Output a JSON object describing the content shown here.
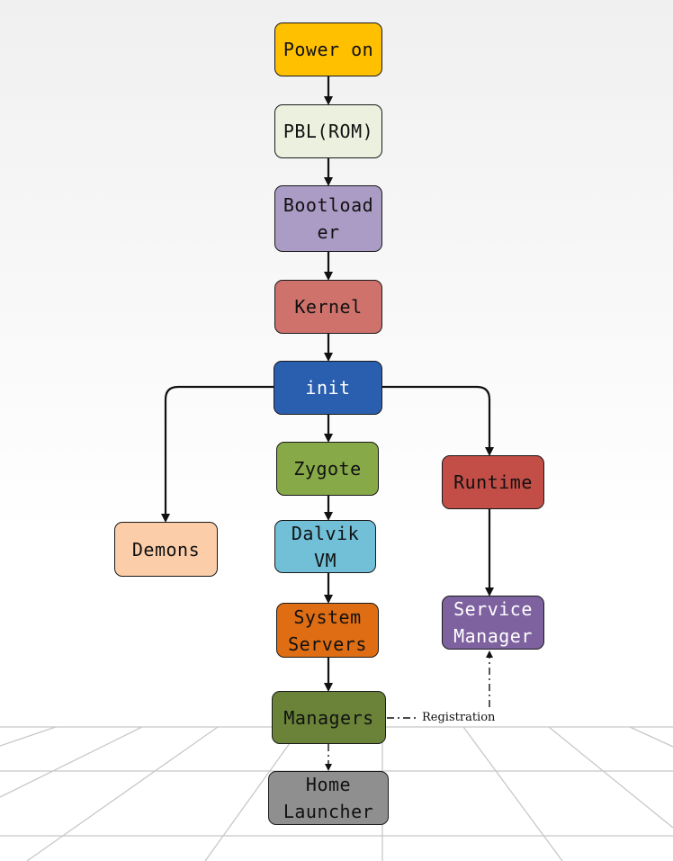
{
  "nodes": {
    "power_on": {
      "label": "Power on",
      "color": "#ffc000"
    },
    "pbl": {
      "label": "PBL(ROM)",
      "color": "#ebf1de"
    },
    "bootloader": {
      "label": "Bootload\ner",
      "color": "#ab9cc5"
    },
    "kernel": {
      "label": "Kernel",
      "color": "#cf726c"
    },
    "init": {
      "label": "init",
      "color": "#2a5fb0"
    },
    "zygote": {
      "label": "Zygote",
      "color": "#87a947"
    },
    "runtime": {
      "label": "Runtime",
      "color": "#c24e47"
    },
    "demons": {
      "label": "Demons",
      "color": "#fbcda9"
    },
    "dalvik_vm": {
      "label": "Dalvik\nVM",
      "color": "#72c0d8"
    },
    "system_servers": {
      "label": "System\nServers",
      "color": "#df6d13"
    },
    "service_manager": {
      "label": "Service\nManager",
      "color": "#7e62a0"
    },
    "managers": {
      "label": "Managers",
      "color": "#6a8338"
    },
    "home_launcher": {
      "label": "Home\nLauncher",
      "color": "#8f8f8f"
    }
  },
  "edges": {
    "registration_label": "Registration"
  }
}
